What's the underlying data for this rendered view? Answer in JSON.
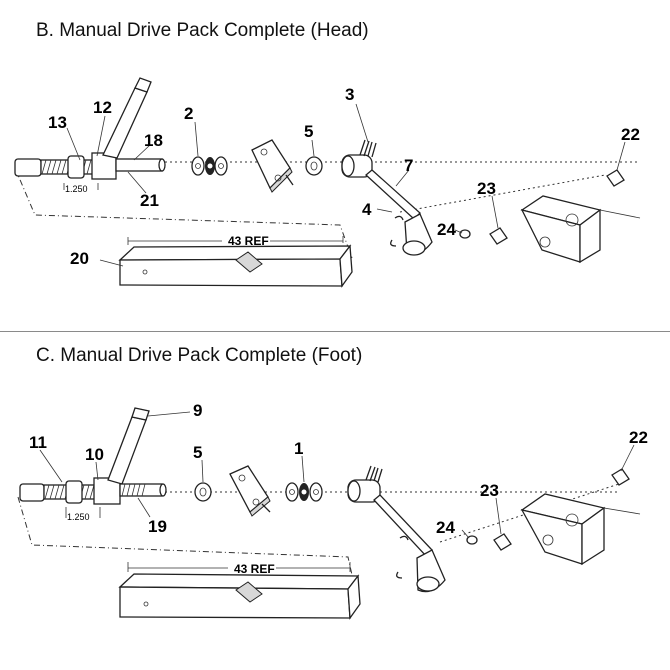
{
  "section_b": {
    "title": "B. Manual Drive Pack Complete (Head)",
    "callouts": {
      "c13": "13",
      "c12": "12",
      "c18": "18",
      "c21": "21",
      "c2": "2",
      "c3": "3",
      "c5": "5",
      "c7": "7",
      "c4": "4",
      "c24": "24",
      "c23": "23",
      "c22": "22",
      "c20": "20"
    },
    "dimension": "1.250",
    "ref_label": "43 REF"
  },
  "section_c": {
    "title": "C. Manual Drive Pack Complete (Foot)",
    "callouts": {
      "c11": "11",
      "c10": "10",
      "c9": "9",
      "c19": "19",
      "c5": "5",
      "c1": "1",
      "c24": "24",
      "c23": "23",
      "c22": "22"
    },
    "dimension": "1.250",
    "ref_label": "43 REF"
  }
}
